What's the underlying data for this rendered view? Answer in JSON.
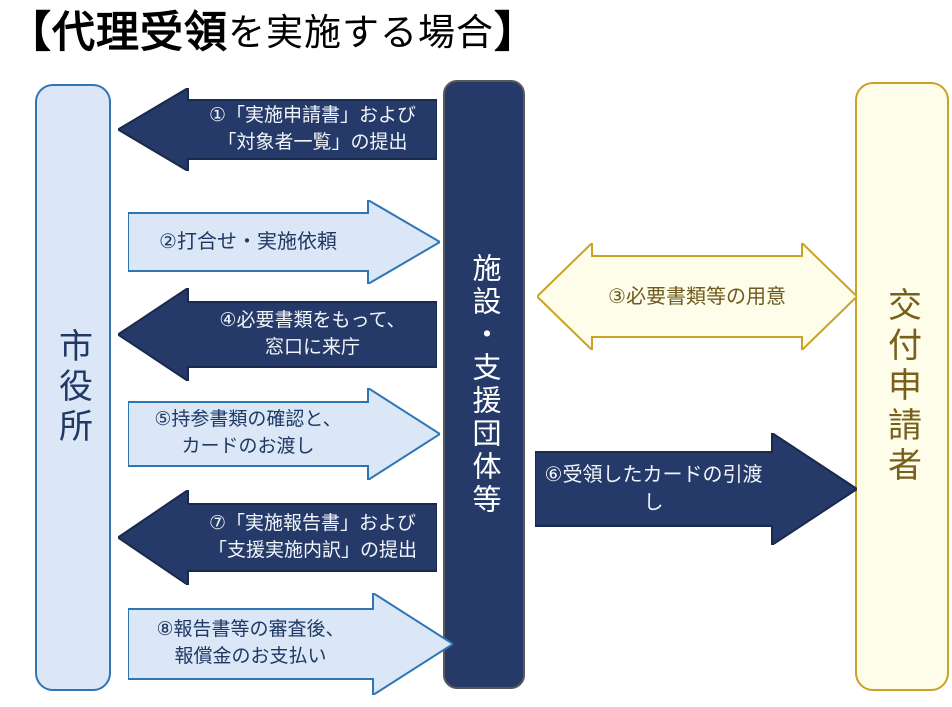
{
  "title": {
    "prefix": "【代理受領",
    "middle": "を実施する場合",
    "suffix": "】"
  },
  "columns": {
    "city_hall": {
      "label": "市役所"
    },
    "facility": {
      "label": "施設・支援団体等"
    },
    "applicant": {
      "label": "交付申請者"
    }
  },
  "arrows": [
    {
      "no": "①",
      "direction": "left",
      "style": "navy",
      "label": "①「実施申請書」および\n「対象者一覧」の提出"
    },
    {
      "no": "②",
      "direction": "right",
      "style": "light",
      "label": "②打合せ・実施依頼"
    },
    {
      "no": "③",
      "direction": "both",
      "style": "gold",
      "label": "③必要書類等の用意"
    },
    {
      "no": "④",
      "direction": "left",
      "style": "navy",
      "label": "④必要書類をもって、\n窓口に来庁"
    },
    {
      "no": "⑤",
      "direction": "right",
      "style": "light",
      "label": "⑤持参書類の確認と、\nカードのお渡し"
    },
    {
      "no": "⑥",
      "direction": "right",
      "style": "navy",
      "label": "⑥受領したカードの引渡し"
    },
    {
      "no": "⑦",
      "direction": "left",
      "style": "navy",
      "label": "⑦「実施報告書」および\n「支援実施内訳」の提出"
    },
    {
      "no": "⑧",
      "direction": "right",
      "style": "light",
      "label": "⑧報告書等の審査後、\n報償金のお支払い"
    }
  ],
  "colors": {
    "navy_fill": "#253a68",
    "navy_border": "#1a2a4e",
    "light_blue_fill": "#dbe7f6",
    "blue_border": "#2e75b6",
    "cream_fill": "#fdfde9",
    "gold_border": "#c9a227",
    "navy_text": "#1f3864",
    "brown_text": "#6e5a1e",
    "title_text": "#000000"
  }
}
